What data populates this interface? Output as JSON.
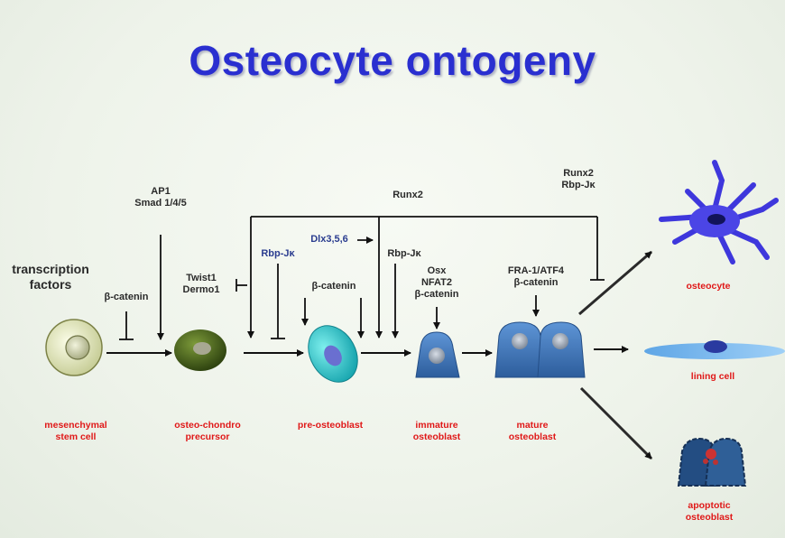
{
  "title": "Osteocyte ontogeny",
  "regulators": {
    "transcription_factors": [
      "transcription",
      "factors"
    ],
    "ap1_smad": [
      "AP1",
      "Smad 1/4/5"
    ],
    "beta_catenin_inhibit": "β-catenin",
    "twist_dermo": [
      "Twist1",
      "Dermo1"
    ],
    "runx2_top": "Runx2",
    "rbpjk_1": "Rbp-Jκ",
    "dlx": "Dlx3,5,6",
    "beta_catenin_2": "β-catenin",
    "rbpjk_2": "Rbp-Jκ",
    "osx_group": [
      "Osx",
      "NFAT2",
      "β-catenin"
    ],
    "fra_group": [
      "FRA-1/ATF4",
      "β-catenin"
    ],
    "runx2_rbp_right": [
      "Runx2",
      "Rbp-Jκ"
    ]
  },
  "cells": {
    "mesenchymal": [
      "mesenchymal",
      "stem cell"
    ],
    "osteochondro": [
      "osteo-chondro",
      "precursor"
    ],
    "preosteoblast": "pre-osteoblast",
    "immature": [
      "immature",
      "osteoblast"
    ],
    "mature": [
      "mature",
      "osteoblast"
    ],
    "osteocyte": "osteocyte",
    "lining": "lining cell",
    "apoptotic": [
      "apoptotic",
      "osteoblast"
    ]
  },
  "colors": {
    "title": "#2a2fd0",
    "cell_label": "#e01818",
    "osteoblast_blue": "#3f74b8",
    "osteocyte_purple": "#4b45e6"
  }
}
